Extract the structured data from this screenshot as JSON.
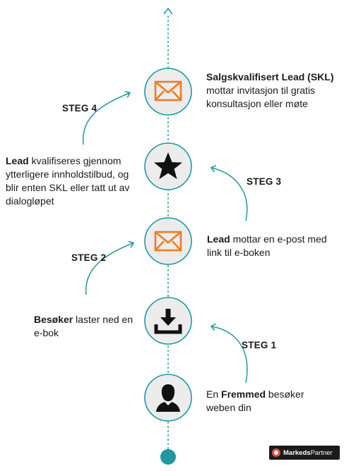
{
  "colors": {
    "teal": "#1f98a4",
    "circle_fill": "#ececec",
    "circle_stroke": "#1f98a4",
    "orange": "#ee7d23",
    "icon_dark": "#111111"
  },
  "stages": [
    {
      "icon": "person-icon",
      "text_before": "En ",
      "text_bold": "Fremmed",
      "text_after": " besøker weben din"
    },
    {
      "icon": "download-icon",
      "text_bold": "Besøker",
      "text_after": " laster ned en e-bok"
    },
    {
      "icon": "envelope-icon",
      "text_bold": "Lead",
      "text_after": " mottar en e-post med link til e-boken"
    },
    {
      "icon": "star-icon",
      "text_bold": "Lead",
      "text_after": " kvalifiseres gjennom ytterligere innholdstilbud, og blir enten SKL eller tatt ut av dialogløpet"
    },
    {
      "icon": "envelope-icon",
      "text_bold": "Salgskvalifisert Lead (SKL)",
      "text_after": " mottar invitasjon til gratis konsultasjon eller møte"
    }
  ],
  "steps": {
    "steg1": "STEG 1",
    "steg2": "STEG 2",
    "steg3": "STEG 3",
    "steg4": "STEG 4"
  },
  "logo": {
    "brand_bold": "Markeds",
    "brand_rest": "Partner"
  }
}
